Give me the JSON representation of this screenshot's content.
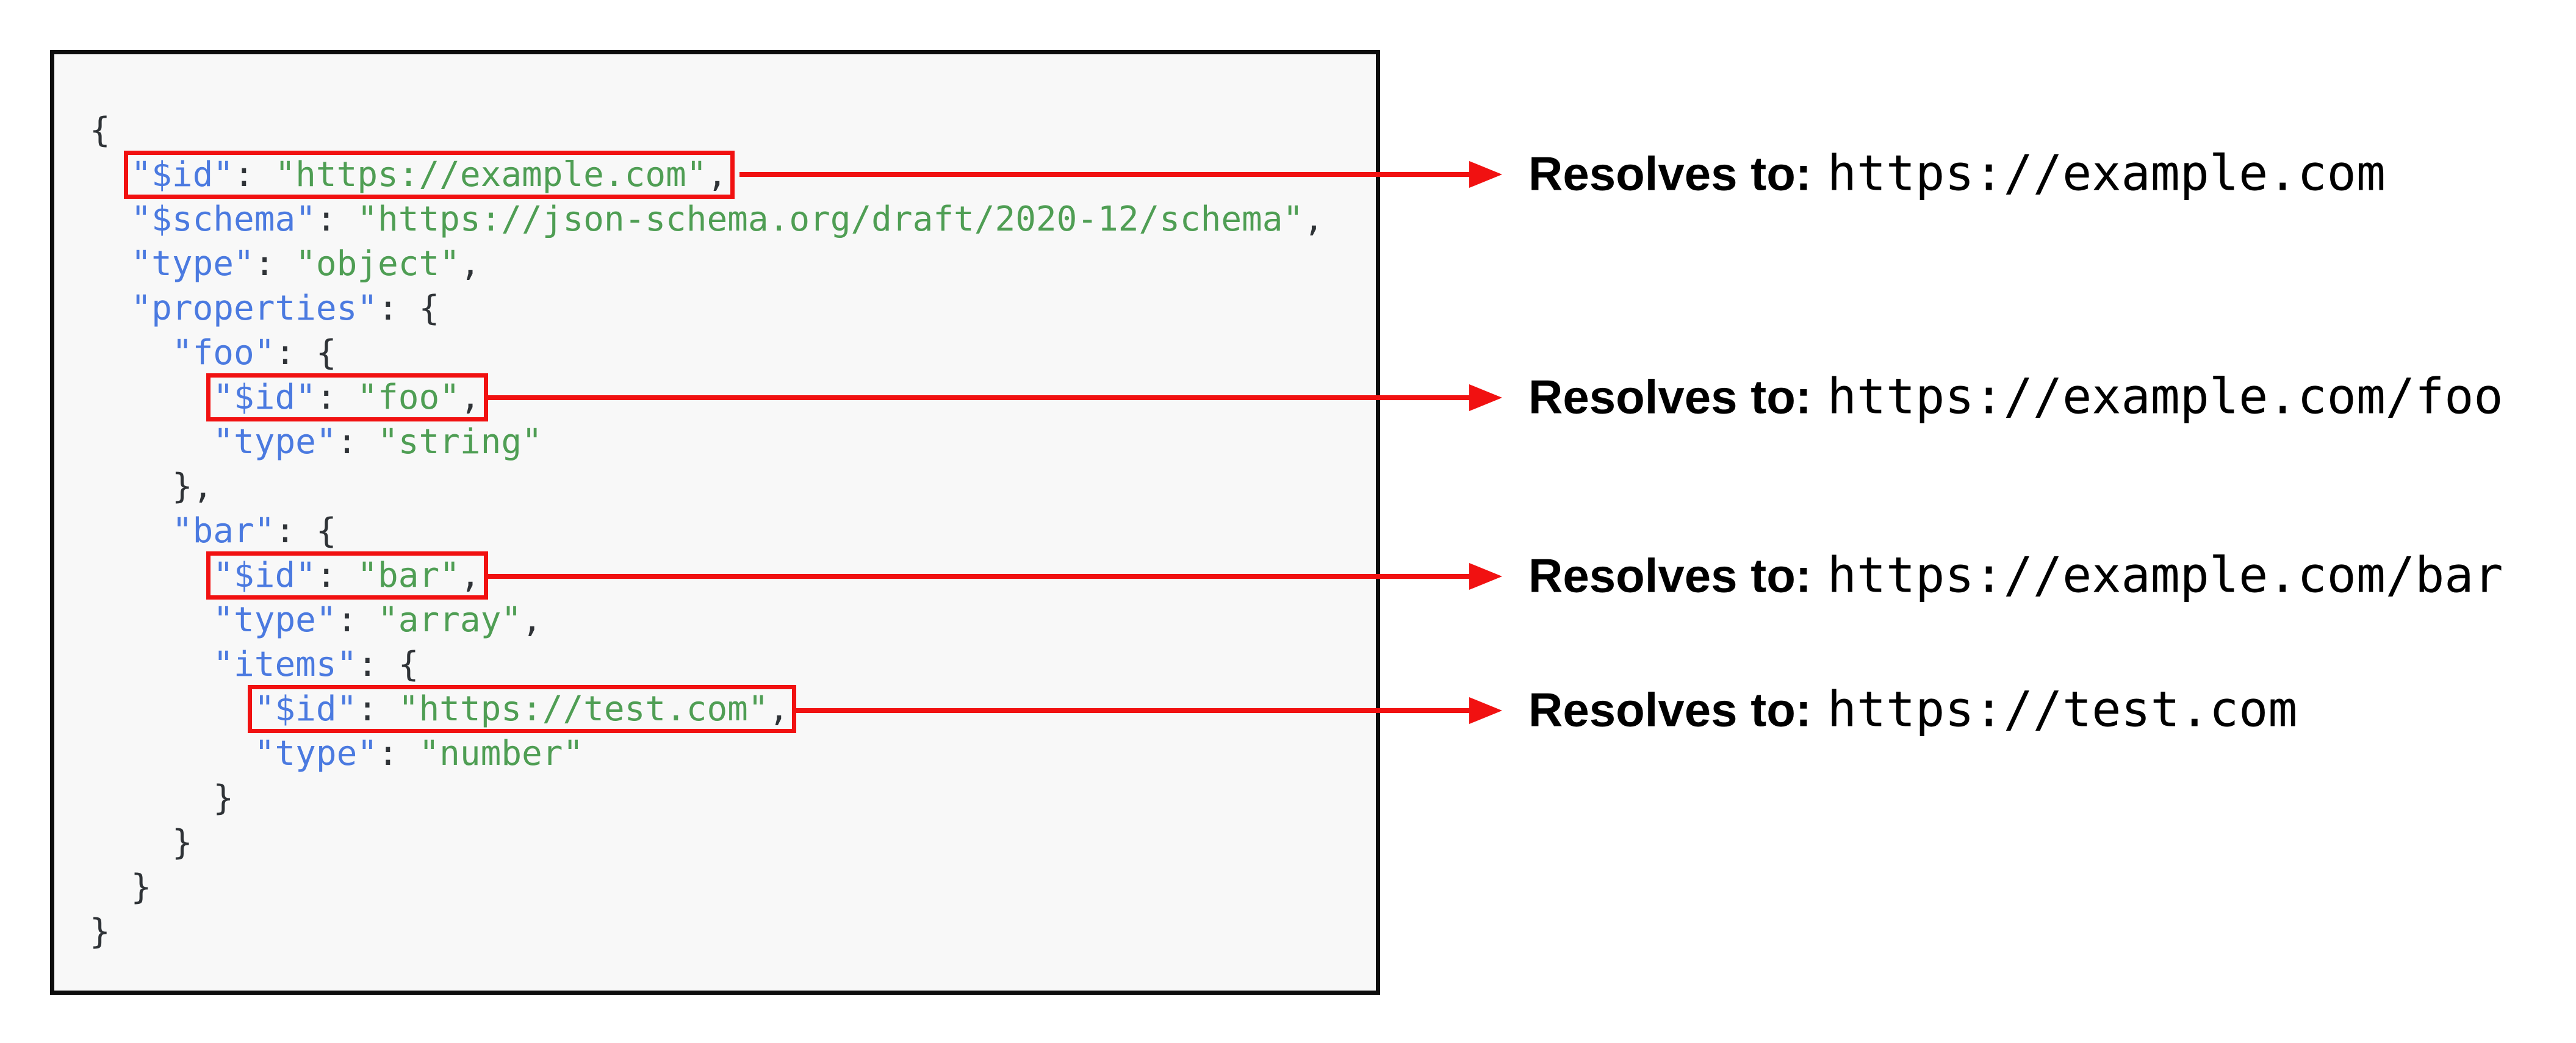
{
  "colors": {
    "key": "#4b7ae0",
    "string": "#4f9e54",
    "punct": "#2f3337",
    "highlight": "#f11111",
    "panel_bg": "#f8f8f8",
    "panel_border": "#0d0d0d",
    "text": "#000000"
  },
  "code": {
    "lines": [
      {
        "indent": 0,
        "boxed": false,
        "tokens": [
          {
            "t": "punct",
            "s": "{"
          }
        ]
      },
      {
        "indent": 1,
        "boxed": true,
        "tokens": [
          {
            "t": "key",
            "s": "\"$id\""
          },
          {
            "t": "punct",
            "s": ": "
          },
          {
            "t": "string",
            "s": "\"https://example.com\""
          },
          {
            "t": "punct",
            "s": ","
          }
        ]
      },
      {
        "indent": 1,
        "boxed": false,
        "tokens": [
          {
            "t": "key",
            "s": "\"$schema\""
          },
          {
            "t": "punct",
            "s": ": "
          },
          {
            "t": "string",
            "s": "\"https://json-schema.org/draft/2020-12/schema\""
          },
          {
            "t": "punct",
            "s": ","
          }
        ]
      },
      {
        "indent": 1,
        "boxed": false,
        "tokens": [
          {
            "t": "key",
            "s": "\"type\""
          },
          {
            "t": "punct",
            "s": ": "
          },
          {
            "t": "string",
            "s": "\"object\""
          },
          {
            "t": "punct",
            "s": ","
          }
        ]
      },
      {
        "indent": 1,
        "boxed": false,
        "tokens": [
          {
            "t": "key",
            "s": "\"properties\""
          },
          {
            "t": "punct",
            "s": ": {"
          }
        ]
      },
      {
        "indent": 2,
        "boxed": false,
        "tokens": [
          {
            "t": "key",
            "s": "\"foo\""
          },
          {
            "t": "punct",
            "s": ": {"
          }
        ]
      },
      {
        "indent": 3,
        "boxed": true,
        "tokens": [
          {
            "t": "key",
            "s": "\"$id\""
          },
          {
            "t": "punct",
            "s": ": "
          },
          {
            "t": "string",
            "s": "\"foo\""
          },
          {
            "t": "punct",
            "s": ","
          }
        ]
      },
      {
        "indent": 3,
        "boxed": false,
        "tokens": [
          {
            "t": "key",
            "s": "\"type\""
          },
          {
            "t": "punct",
            "s": ": "
          },
          {
            "t": "string",
            "s": "\"string\""
          }
        ]
      },
      {
        "indent": 2,
        "boxed": false,
        "tokens": [
          {
            "t": "punct",
            "s": "},"
          }
        ]
      },
      {
        "indent": 2,
        "boxed": false,
        "tokens": [
          {
            "t": "key",
            "s": "\"bar\""
          },
          {
            "t": "punct",
            "s": ": {"
          }
        ]
      },
      {
        "indent": 3,
        "boxed": true,
        "tokens": [
          {
            "t": "key",
            "s": "\"$id\""
          },
          {
            "t": "punct",
            "s": ": "
          },
          {
            "t": "string",
            "s": "\"bar\""
          },
          {
            "t": "punct",
            "s": ","
          }
        ]
      },
      {
        "indent": 3,
        "boxed": false,
        "tokens": [
          {
            "t": "key",
            "s": "\"type\""
          },
          {
            "t": "punct",
            "s": ": "
          },
          {
            "t": "string",
            "s": "\"array\""
          },
          {
            "t": "punct",
            "s": ","
          }
        ]
      },
      {
        "indent": 3,
        "boxed": false,
        "tokens": [
          {
            "t": "key",
            "s": "\"items\""
          },
          {
            "t": "punct",
            "s": ": {"
          }
        ]
      },
      {
        "indent": 4,
        "boxed": true,
        "tokens": [
          {
            "t": "key",
            "s": "\"$id\""
          },
          {
            "t": "punct",
            "s": ": "
          },
          {
            "t": "string",
            "s": "\"https://test.com\""
          },
          {
            "t": "punct",
            "s": ","
          }
        ]
      },
      {
        "indent": 4,
        "boxed": false,
        "tokens": [
          {
            "t": "key",
            "s": "\"type\""
          },
          {
            "t": "punct",
            "s": ": "
          },
          {
            "t": "string",
            "s": "\"number\""
          }
        ]
      },
      {
        "indent": 3,
        "boxed": false,
        "tokens": [
          {
            "t": "punct",
            "s": "}"
          }
        ]
      },
      {
        "indent": 2,
        "boxed": false,
        "tokens": [
          {
            "t": "punct",
            "s": "}"
          }
        ]
      },
      {
        "indent": 1,
        "boxed": false,
        "tokens": [
          {
            "t": "punct",
            "s": "}"
          }
        ]
      },
      {
        "indent": 0,
        "boxed": false,
        "tokens": [
          {
            "t": "punct",
            "s": "}"
          }
        ]
      }
    ]
  },
  "annotations": [
    {
      "label": "Resolves to:",
      "value": "https://example.com"
    },
    {
      "label": "Resolves to:",
      "value": "https://example.com/foo"
    },
    {
      "label": "Resolves to:",
      "value": "https://example.com/bar"
    },
    {
      "label": "Resolves to:",
      "value": "https://test.com"
    }
  ]
}
